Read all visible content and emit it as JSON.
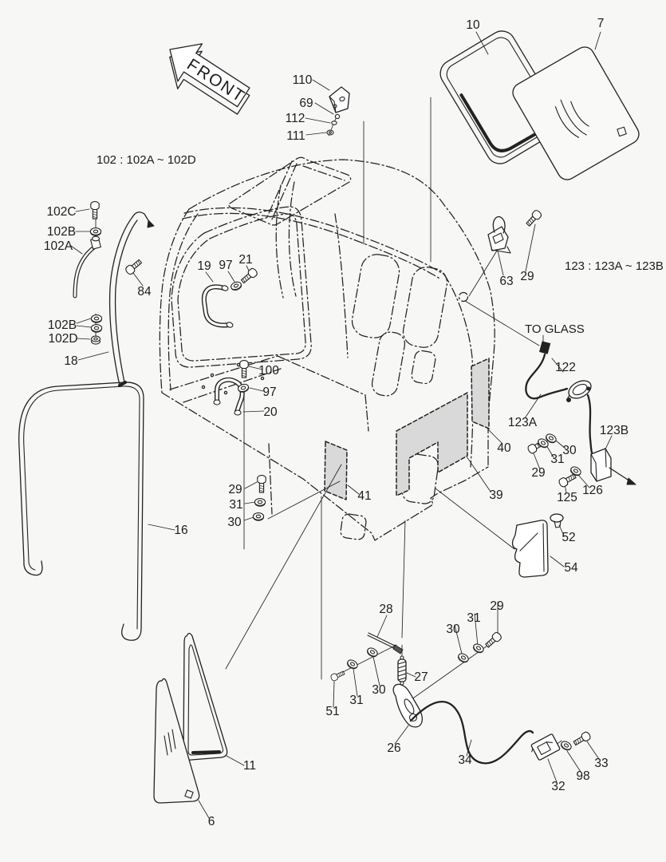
{
  "canvas": {
    "bg": "#f7f7f5",
    "ink": "#222222",
    "panel_fill": "#d9d9d9"
  },
  "front_arrow": {
    "label": "FRONT"
  },
  "notes": {
    "group_102": "102 : 102A ~ 102D",
    "group_123": "123 : 123A ~ 123B",
    "to_glass": "TO GLASS"
  },
  "part_labels": [
    {
      "id": "110",
      "text": "110"
    },
    {
      "id": "69",
      "text": "69"
    },
    {
      "id": "112",
      "text": "112"
    },
    {
      "id": "111",
      "text": "111"
    },
    {
      "id": "10",
      "text": "10"
    },
    {
      "id": "7",
      "text": "7"
    },
    {
      "id": "102C",
      "text": "102C"
    },
    {
      "id": "102B-1",
      "text": "102B"
    },
    {
      "id": "102A",
      "text": "102A"
    },
    {
      "id": "84",
      "text": "84"
    },
    {
      "id": "19",
      "text": "19"
    },
    {
      "id": "97-1",
      "text": "97"
    },
    {
      "id": "21",
      "text": "21"
    },
    {
      "id": "63",
      "text": "63"
    },
    {
      "id": "29-1",
      "text": "29"
    },
    {
      "id": "102B-2",
      "text": "102B"
    },
    {
      "id": "102D",
      "text": "102D"
    },
    {
      "id": "18",
      "text": "18"
    },
    {
      "id": "100",
      "text": "100"
    },
    {
      "id": "97-2",
      "text": "97"
    },
    {
      "id": "20",
      "text": "20"
    },
    {
      "id": "122",
      "text": "122"
    },
    {
      "id": "123A",
      "text": "123A"
    },
    {
      "id": "30-1",
      "text": "30"
    },
    {
      "id": "31-1",
      "text": "31"
    },
    {
      "id": "29-2",
      "text": "29"
    },
    {
      "id": "123B",
      "text": "123B"
    },
    {
      "id": "40",
      "text": "40"
    },
    {
      "id": "41",
      "text": "41"
    },
    {
      "id": "39",
      "text": "39"
    },
    {
      "id": "16",
      "text": "16"
    },
    {
      "id": "29-3",
      "text": "29"
    },
    {
      "id": "31-2",
      "text": "31"
    },
    {
      "id": "30-2",
      "text": "30"
    },
    {
      "id": "125",
      "text": "125"
    },
    {
      "id": "126",
      "text": "126"
    },
    {
      "id": "52",
      "text": "52"
    },
    {
      "id": "54",
      "text": "54"
    },
    {
      "id": "28",
      "text": "28"
    },
    {
      "id": "30-3",
      "text": "30"
    },
    {
      "id": "31-3",
      "text": "31"
    },
    {
      "id": "29-4",
      "text": "29"
    },
    {
      "id": "27",
      "text": "27"
    },
    {
      "id": "51",
      "text": "51"
    },
    {
      "id": "31-4",
      "text": "31"
    },
    {
      "id": "30-4",
      "text": "30"
    },
    {
      "id": "26",
      "text": "26"
    },
    {
      "id": "34",
      "text": "34"
    },
    {
      "id": "32",
      "text": "32"
    },
    {
      "id": "98",
      "text": "98"
    },
    {
      "id": "33",
      "text": "33"
    },
    {
      "id": "11",
      "text": "11"
    },
    {
      "id": "6",
      "text": "6"
    }
  ]
}
